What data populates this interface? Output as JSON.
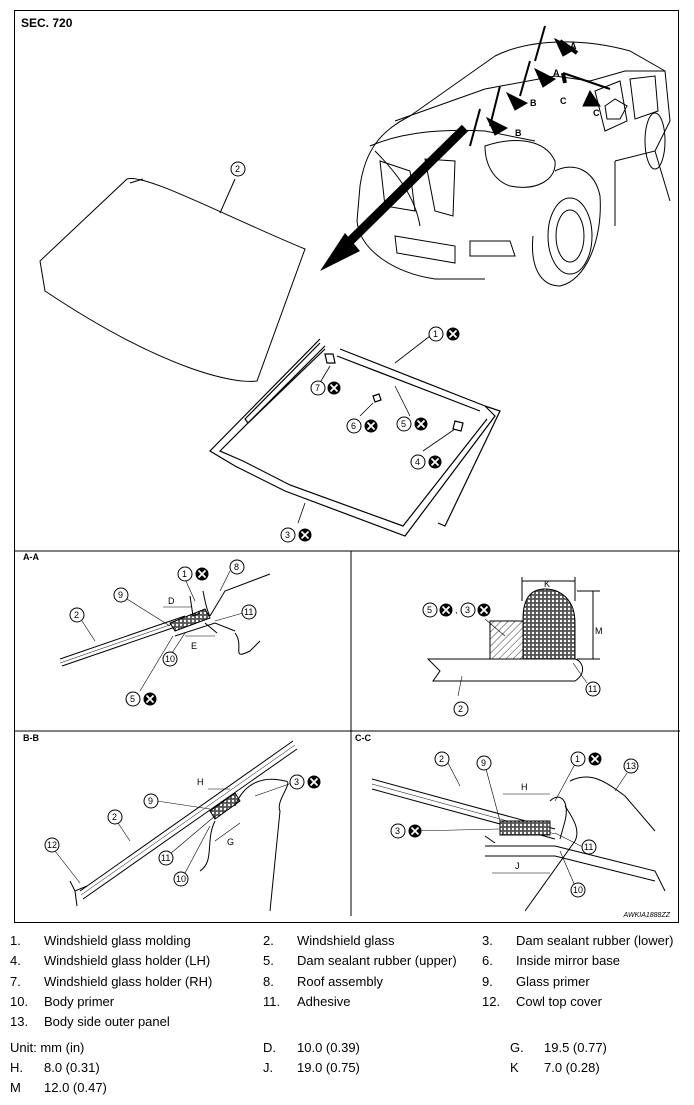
{
  "section_label": "SEC. 720",
  "figure_code": "AWKIA1888ZZ",
  "views": {
    "aa": "A-A",
    "bb": "B-B",
    "cc": "C-C"
  },
  "car_cut_letters": [
    "A",
    "A",
    "B",
    "B",
    "C",
    "C"
  ],
  "dims": {
    "D": "D",
    "E": "E",
    "G": "G",
    "H": "H",
    "J": "J",
    "K": "K",
    "M": "M"
  },
  "legend": [
    {
      "num": "1.",
      "text": "Windshield glass molding"
    },
    {
      "num": "2.",
      "text": "Windshield glass"
    },
    {
      "num": "3.",
      "text": "Dam sealant rubber (lower)"
    },
    {
      "num": "4.",
      "text": "Windshield glass holder (LH)"
    },
    {
      "num": "5.",
      "text": "Dam sealant rubber (upper)"
    },
    {
      "num": "6.",
      "text": "Inside mirror base"
    },
    {
      "num": "7.",
      "text": "Windshield glass holder (RH)"
    },
    {
      "num": "8.",
      "text": "Roof assembly"
    },
    {
      "num": "9.",
      "text": "Glass primer"
    },
    {
      "num": "10.",
      "text": "Body primer"
    },
    {
      "num": "11.",
      "text": "Adhesive"
    },
    {
      "num": "12.",
      "text": "Cowl top cover"
    },
    {
      "num": "13.",
      "text": "Body side outer panel"
    }
  ],
  "units": {
    "heading": "Unit: mm (in)",
    "items": [
      {
        "key": "D.",
        "value": "10.0 (0.39)"
      },
      {
        "key": "G.",
        "value": "19.5 (0.77)"
      },
      {
        "key": "H.",
        "value": "8.0 (0.31)"
      },
      {
        "key": "J.",
        "value": "19.0 (0.75)"
      },
      {
        "key": "K",
        "value": "7.0 (0.28)"
      },
      {
        "key": "M",
        "value": "12.0 (0.47)"
      }
    ]
  }
}
